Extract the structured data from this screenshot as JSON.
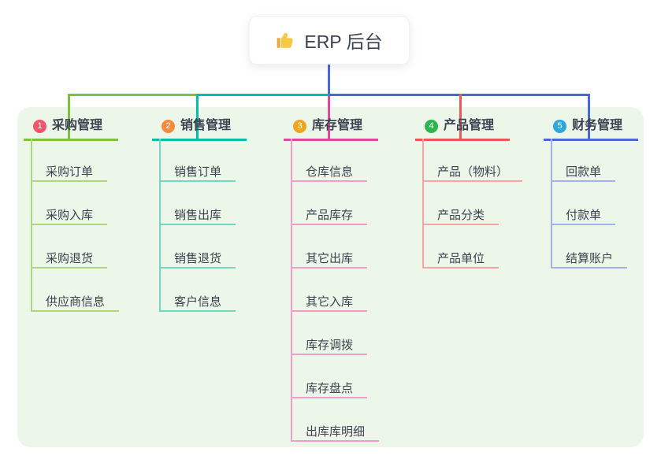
{
  "root": {
    "label": "ERP 后台",
    "icon": "thumbs-up"
  },
  "colors": {
    "canvas_bg": "#ffffff",
    "panel_bg": "#edf7e9",
    "root_connector": "#4a67d3",
    "text": "#3b4250"
  },
  "branches": [
    {
      "index": "1",
      "label": "采购管理",
      "badge_color": "#f2566d",
      "line_color": "#80c041",
      "child_line_color": "#abd77f",
      "children": [
        "采购订单",
        "采购入库",
        "采购退货",
        "供应商信息"
      ]
    },
    {
      "index": "2",
      "label": "销售管理",
      "badge_color": "#f78b3d",
      "line_color": "#00bfa8",
      "child_line_color": "#76d6c6",
      "children": [
        "销售订单",
        "销售出库",
        "销售退货",
        "客户信息"
      ]
    },
    {
      "index": "3",
      "label": "库存管理",
      "badge_color": "#efa51f",
      "line_color": "#de479d",
      "child_line_color": "#f29cc9",
      "children": [
        "仓库信息",
        "产品库存",
        "其它出库",
        "其它入库",
        "库存调拨",
        "库存盘点",
        "出库库明细"
      ]
    },
    {
      "index": "4",
      "label": "产品管理",
      "badge_color": "#2eb550",
      "line_color": "#f25558",
      "child_line_color": "#f9a3a3",
      "children": [
        "产品（物料）",
        "产品分类",
        "产品单位"
      ]
    },
    {
      "index": "5",
      "label": "财务管理",
      "badge_color": "#2ca7e0",
      "line_color": "#4a67d3",
      "child_line_color": "#a2b2e8",
      "children": [
        "回款单",
        "付款单",
        "结算账户"
      ]
    }
  ]
}
